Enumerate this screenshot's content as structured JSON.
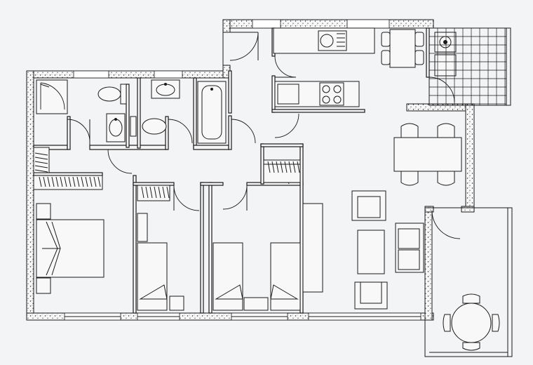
{
  "colors": {
    "background": "#f3f4f6",
    "line": "#1a1a1a",
    "wall_fill": "#f6f6f6"
  },
  "icons": [
    "speckled-wall-hatch",
    "door-swing-arc",
    "grid-tile-terrace"
  ]
}
